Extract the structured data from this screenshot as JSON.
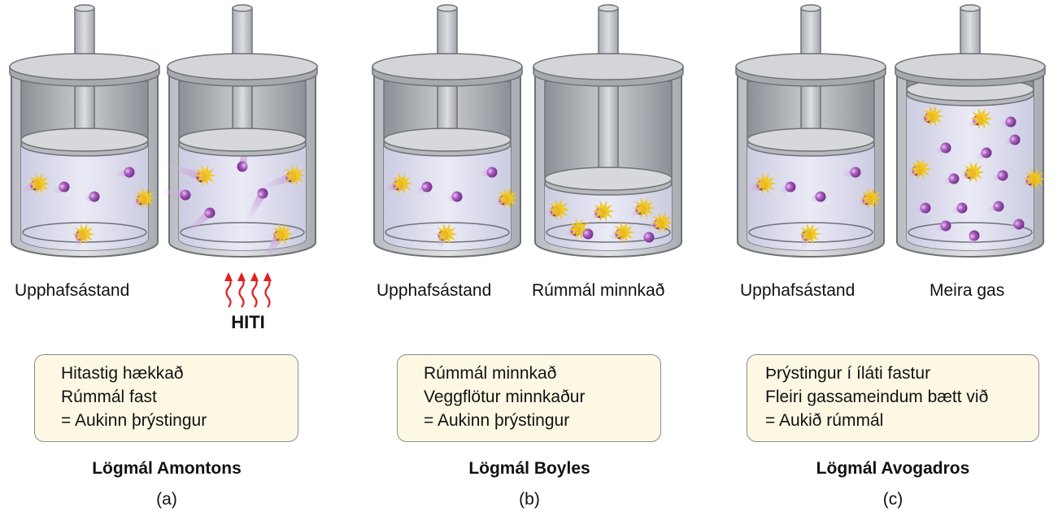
{
  "panels": [
    {
      "cylinder_captions": [
        "Upphafsástand",
        ""
      ],
      "heat_label": "HITI",
      "box_lines": [
        "Hitastig hækkað",
        "Rúmmál fast",
        "= Aukinn þrýstingur"
      ],
      "law": "Lögmál Amontons",
      "label": "(a)"
    },
    {
      "cylinder_captions": [
        "Upphafsástand",
        "Rúmmál minnkað"
      ],
      "box_lines": [
        "Rúmmál minnkað",
        "Veggflötur minnkaður",
        "= Aukinn þrýstingur"
      ],
      "law": "Lögmál Boyles",
      "label": "(b)"
    },
    {
      "cylinder_captions": [
        "Upphafsástand",
        "Meira gas"
      ],
      "box_lines": [
        "Þrýstingur í íláti fastur",
        "Fleiri gassameindum bætt við",
        "= Aukið rúmmál"
      ],
      "law": "Lögmál Avogadros",
      "label": "(c)"
    }
  ],
  "colors": {
    "cylinder": "#c8cbd0",
    "gas": "#dcdcf0",
    "molecule": "#9c4bb0",
    "collision": "#f3c614",
    "heat_arrow": "#e02020",
    "box_fill": "#fdf8e4"
  }
}
